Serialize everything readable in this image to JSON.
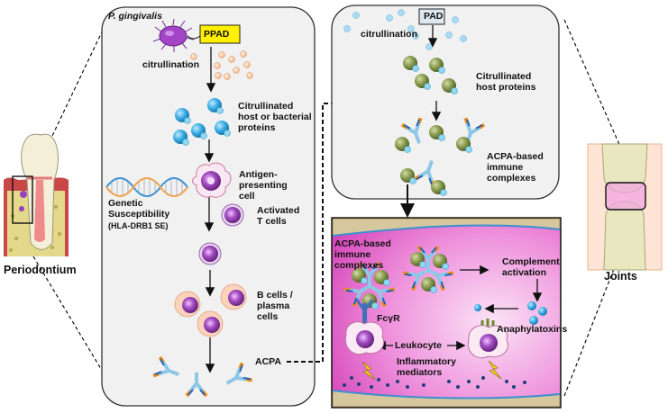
{
  "left_panel": {
    "organism": "P. gingivalis",
    "enzyme": "PPAD",
    "citrullination": "citrullination",
    "citrullinated_proteins": "Citrullinated\nhost or bacterial\nproteins",
    "apc": "Antigen-\npresenting\ncell",
    "genetic": "Genetic\nSusceptibility",
    "hla": "(HLA-DRB1 SE)",
    "t_cells": "Activated\nT cells",
    "b_cells": "B cells /\nplasma\ncells",
    "acpa": "ACPA"
  },
  "right_top_panel": {
    "enzyme": "PAD",
    "citrullination": "citrullination",
    "citrullinated": "Citrullinated\nhost proteins",
    "immune_complexes": "ACPA-based\nimmune\ncomplexes"
  },
  "joint_panel": {
    "immune_complexes": "ACPA-based\nimmune\ncomplexes",
    "complement": "Complement\nactivation",
    "anaphylatoxins": "Anaphylatoxins",
    "fcr": "FcγR",
    "leukocyte": "Leukocyte",
    "mediators": "Inflammatory\nmediators"
  },
  "side_labels": {
    "periodontium": "Periodontium",
    "joints": "Joints"
  },
  "colors": {
    "panel_fill": "#f1f1f1",
    "ppad_fill": "#ffef00",
    "pad_fill": "#dde8f0",
    "antigen_blue": "#2e9fd9",
    "citrulline_green": "#7d8f3c",
    "cell_purple": "#8e3fa8",
    "synovium_pink": "#e563c7"
  }
}
